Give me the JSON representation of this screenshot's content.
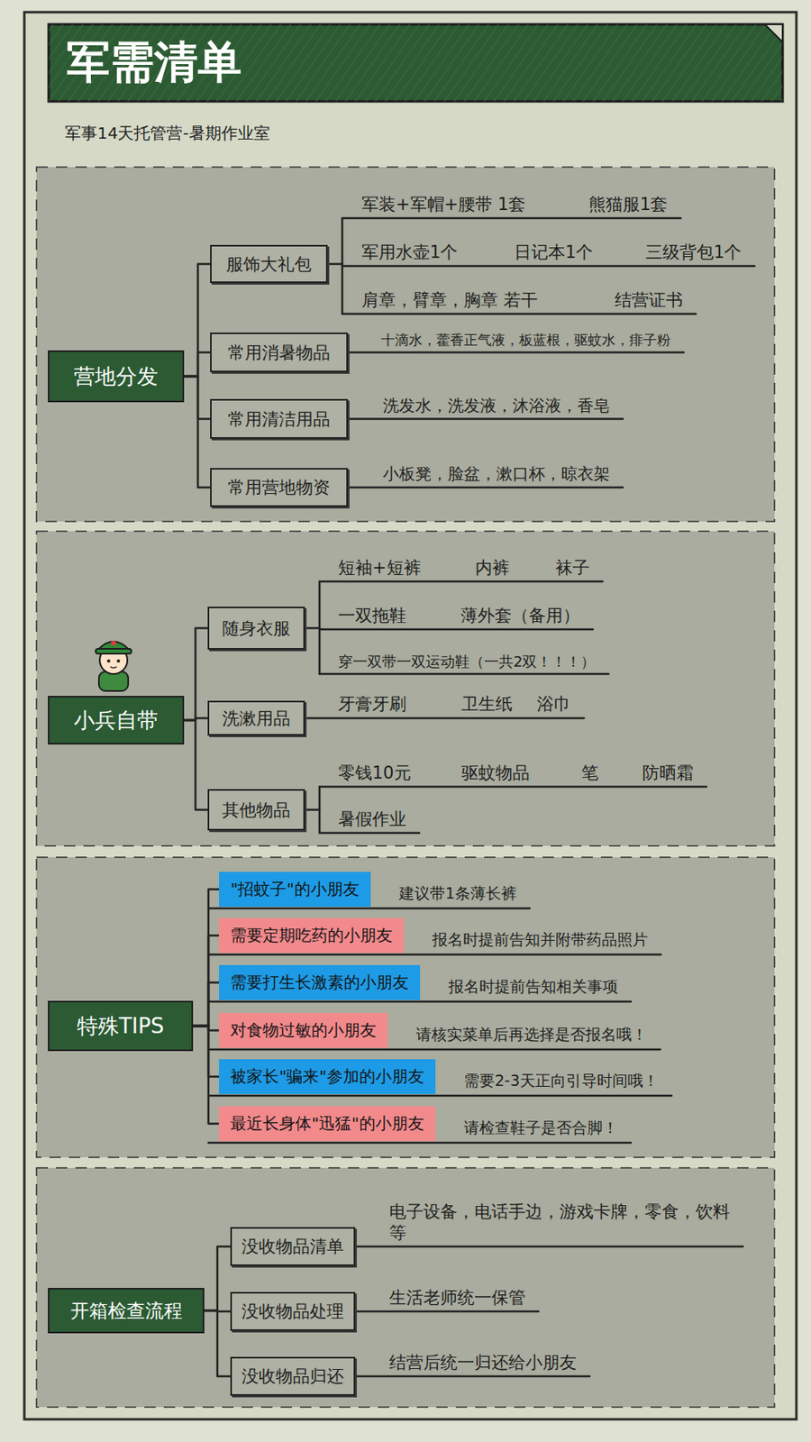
{
  "diagram": {
    "title": "军需清单",
    "nodes": [
      {
        "text": [
          "营地分发"
        ]
      },
      {
        "text": [
          "服饰大礼包"
        ]
      },
      {
        "text": [
          "常用消暑物品"
        ]
      },
      {
        "text": [
          "常用清洁用品"
        ]
      },
      {
        "text": [
          "常用营地物资"
        ]
      },
      {
        "text": [
          "小兵自带"
        ]
      },
      {
        "text": [
          "随身衣服"
        ]
      },
      {
        "text": [
          "洗漱用品"
        ]
      },
      {
        "text": [
          "其他物品"
        ]
      },
      {
        "text": [
          "特殊TIPS"
        ]
      },
      {
        "text": [
          "\"招蚊子\"的小朋友"
        ]
      },
      {
        "text": [
          "需要定期吃药的小朋友"
        ]
      },
      {
        "text": [
          "需要打生长激素的小朋友"
        ]
      },
      {
        "text": [
          "对食物过敏的小朋友"
        ]
      },
      {
        "text": [
          "被家长\"骗来\"参加的小朋友"
        ]
      },
      {
        "text": [
          "最近长身体\"迅猛\"的小朋友"
        ]
      },
      {
        "text": [
          "开箱检查流程"
        ]
      },
      {
        "text": [
          "没收物品清单"
        ]
      },
      {
        "text": [
          "没收物品处理"
        ]
      },
      {
        "text": [
          "没收物品归还"
        ]
      }
    ],
    "edges": [
      {
        "from": 0,
        "to": 1,
        "arrow": "none"
      },
      {
        "from": 0,
        "to": 2,
        "arrow": "none"
      },
      {
        "from": 0,
        "to": 3,
        "arrow": "none"
      },
      {
        "from": 0,
        "to": 4,
        "arrow": "none"
      },
      {
        "from": 5,
        "to": 6,
        "arrow": "none"
      },
      {
        "from": 5,
        "to": 7,
        "arrow": "none"
      },
      {
        "from": 5,
        "to": 8,
        "arrow": "none"
      },
      {
        "from": 9,
        "to": 10,
        "arrow": "none"
      },
      {
        "from": 9,
        "to": 11,
        "arrow": "none"
      },
      {
        "from": 9,
        "to": 12,
        "arrow": "none"
      },
      {
        "from": 9,
        "to": 13,
        "arrow": "none"
      },
      {
        "from": 9,
        "to": 14,
        "arrow": "none"
      },
      {
        "from": 9,
        "to": 15,
        "arrow": "none"
      },
      {
        "from": 16,
        "to": 17,
        "arrow": "none"
      },
      {
        "from": 16,
        "to": 18,
        "arrow": "none"
      },
      {
        "from": 16,
        "to": 19,
        "arrow": "none"
      }
    ],
    "labels": [
      "军事14天托管营-暑期作业室",
      "军装+军帽+腰带 1套",
      "熊猫服1套",
      "军用水壶1个",
      "日记本1个",
      "三级背包1个",
      "肩章，臂章，胸章 若干",
      "结营证书",
      "十滴水，藿香正气液，板蓝根，驱蚊水，痱子粉",
      "洗发水，洗发液，沐浴液，香皂",
      "小板凳，脸盆，漱口杯，晾衣架",
      "短袖+短裤",
      "内裤",
      "袜子",
      "一双拖鞋",
      "薄外套（备用）",
      "穿一双带一双运动鞋（一共2双！！！）",
      "牙膏牙刷",
      "卫生纸",
      "浴巾",
      "零钱10元",
      "驱蚊物品",
      "笔",
      "防晒霜",
      "暑假作业",
      "建议带1条薄长裤",
      "报名时提前告知并附带药品照片",
      "报名时提前告知相关事项",
      "请核实菜单后再选择是否报名哦！",
      "需要2-3天正向引导时间哦！",
      "请检查鞋子是否合脚！",
      "电子设备，电话手边，游戏卡牌，零食，饮料等",
      "生活老师统一保管",
      "结营后统一归还给小朋友"
    ]
  }
}
